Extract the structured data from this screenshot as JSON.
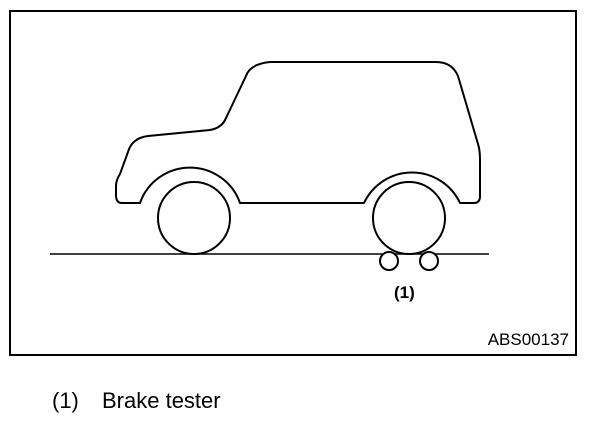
{
  "diagram": {
    "callout_number": "(1)",
    "figure_id": "ABS00137",
    "colors": {
      "line": "#000000",
      "background": "#ffffff"
    },
    "parts": [
      "vehicle-body",
      "front-wheel",
      "rear-wheel",
      "ground-line",
      "brake-tester-roller-front",
      "brake-tester-roller-rear"
    ]
  },
  "legend": {
    "items": [
      {
        "number": "(1)",
        "label": "Brake tester"
      }
    ]
  }
}
